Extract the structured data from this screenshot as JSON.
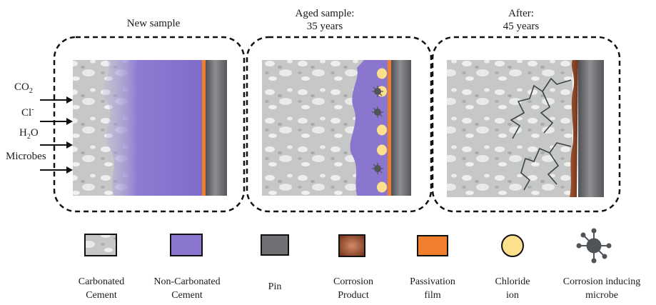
{
  "panels": [
    {
      "id": "new",
      "title_line1": "New sample",
      "title_line2": ""
    },
    {
      "id": "aged",
      "title_line1": "Aged sample:",
      "title_line2": "35 years"
    },
    {
      "id": "after",
      "title_line1": "After:",
      "title_line2": "45 years"
    }
  ],
  "inputs": [
    {
      "label": "CO",
      "sub": "2",
      "sup": ""
    },
    {
      "label": "Cl",
      "sub": "",
      "sup": "-"
    },
    {
      "label": "H",
      "sub": "2",
      "sup": "",
      "tail": "O"
    },
    {
      "label": "Microbes",
      "sub": "",
      "sup": ""
    }
  ],
  "legend": [
    {
      "line1": "Carbonated",
      "line2": "Cement",
      "swatch": "carbonated"
    },
    {
      "line1": "Non-Carbonated",
      "line2": "Cement",
      "swatch": "non-carbonated"
    },
    {
      "line1": "Pin",
      "line2": "",
      "swatch": "pin"
    },
    {
      "line1": "Corrosion",
      "line2": "Product",
      "swatch": "corrosion"
    },
    {
      "line1": "Passivation",
      "line2": "film",
      "swatch": "passivation"
    },
    {
      "line1": "Chloride",
      "line2": "ion",
      "swatch": "chloride"
    },
    {
      "line1": "Corrosion inducing",
      "line2": "microbe",
      "swatch": "microbe"
    }
  ],
  "colors": {
    "cement": "#c9cbcb",
    "non_carbonated": "#8a76cf",
    "pin": "#6f7174",
    "corrosion": "#8e4a2e",
    "passivation": "#f07f2d",
    "chloride": "#fde08c",
    "microbe": "#505358",
    "frame": "#111111"
  }
}
